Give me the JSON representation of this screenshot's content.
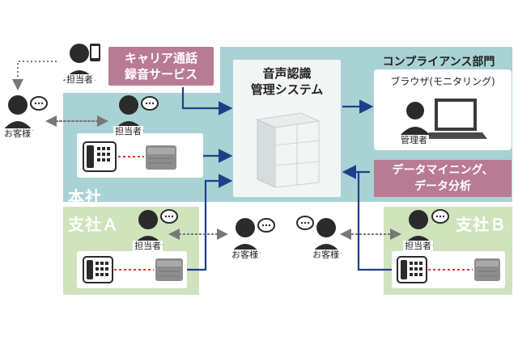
{
  "carrier_service": {
    "line1": "キャリア通話",
    "line2": "録音サービス"
  },
  "system": {
    "line1": "音声認識",
    "line2": "管理システム"
  },
  "compliance": {
    "title": "コンプライアンス部門",
    "browser": "ブラウザ(モニタリング)",
    "manager": "管理者"
  },
  "datamining": {
    "line1": "データマイニング、",
    "line2": "データ分析"
  },
  "regions": {
    "head_office": "本社",
    "branch_a": "支社Ａ",
    "branch_b": "支社Ｂ"
  },
  "labels": {
    "agent": "担当者",
    "customer": "お客様"
  },
  "colors": {
    "teal": "#a9d2d4",
    "green": "#cfe3bd",
    "pink": "#b97b94",
    "arrow": "#1f3f8a",
    "dash_red": "#d2382f"
  }
}
